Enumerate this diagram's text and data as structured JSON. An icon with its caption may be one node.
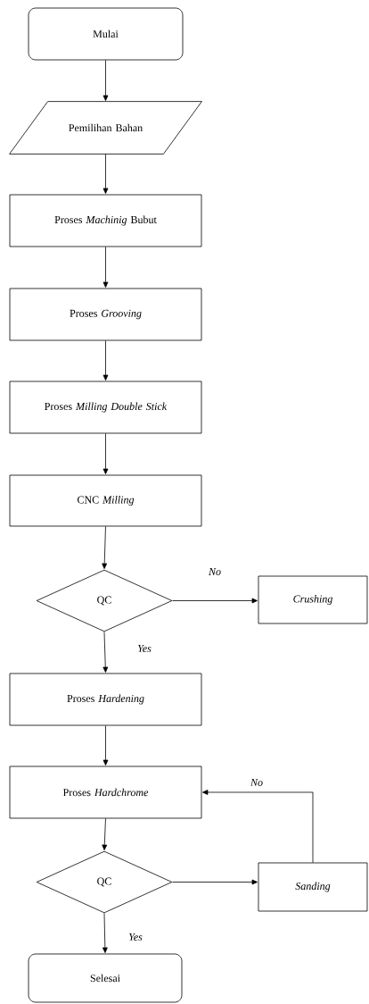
{
  "diagram": {
    "nodes": [
      {
        "text": [
          "Mulai"
        ]
      },
      {
        "text": [
          "Pemilihan Bahan"
        ]
      },
      {
        "text": [
          "Proses *Machinig* Bubut"
        ]
      },
      {
        "text": [
          "Proses *Grooving*"
        ]
      },
      {
        "text": [
          "Proses *Milling Double Stick*"
        ]
      },
      {
        "text": [
          "CNC *Milling*"
        ]
      },
      {
        "text": [
          "QC"
        ]
      },
      {
        "text": [
          "Crushing"
        ]
      },
      {
        "text": [
          "Proses *Hardening*"
        ]
      },
      {
        "text": [
          "Proses *Hardchrome*"
        ]
      },
      {
        "text": [
          "QC"
        ]
      },
      {
        "text": [
          "Sanding"
        ]
      },
      {
        "text": [
          "Selesai"
        ]
      }
    ],
    "edges": [
      {
        "from": 0,
        "to": 1,
        "arrow": "to"
      },
      {
        "from": 1,
        "to": 2,
        "arrow": "to"
      },
      {
        "from": 2,
        "to": 3,
        "arrow": "to"
      },
      {
        "from": 3,
        "to": 4,
        "arrow": "to"
      },
      {
        "from": 4,
        "to": 5,
        "arrow": "to"
      },
      {
        "from": 5,
        "to": 6,
        "arrow": "to"
      },
      {
        "from": 6,
        "to": 7,
        "arrow": "to",
        "label": "No"
      },
      {
        "from": 6,
        "to": 8,
        "arrow": "to",
        "label": "Yes"
      },
      {
        "from": 8,
        "to": 9,
        "arrow": "to"
      },
      {
        "from": 9,
        "to": 10,
        "arrow": "to"
      },
      {
        "from": 10,
        "to": 11,
        "arrow": "to"
      },
      {
        "from": 11,
        "to": 9,
        "arrow": "to",
        "label": "No"
      },
      {
        "from": 10,
        "to": 12,
        "arrow": "to",
        "label": "Yes"
      }
    ]
  }
}
